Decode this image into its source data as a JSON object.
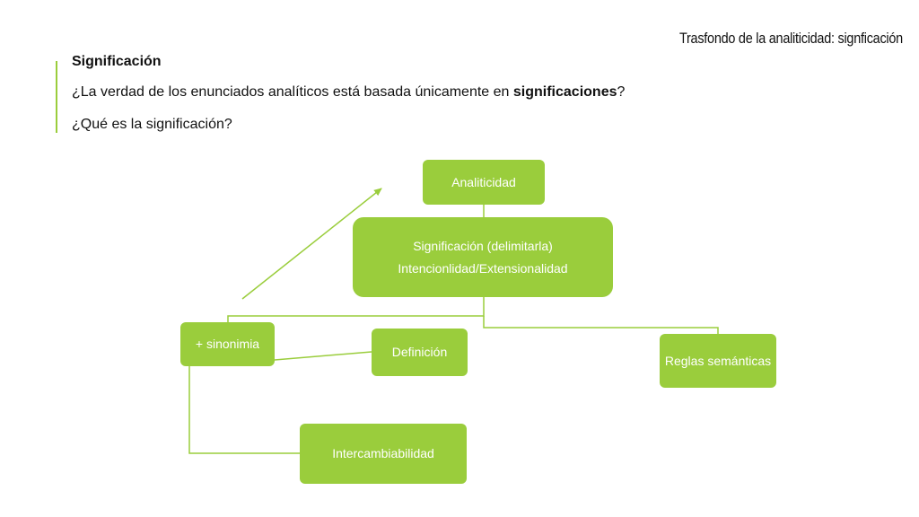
{
  "slide": {
    "title": "Trasfondo de la analiticidad: signficación",
    "heading": "Significación",
    "question1_prefix": "¿La verdad de los enunciados analíticos está basada únicamente en ",
    "question1_bold": "significaciones",
    "question1_suffix": "?",
    "question2": "¿Qué es la significación?"
  },
  "diagram": {
    "line_color": "#9acd3c",
    "node_color": "#9acd3c",
    "nodes": {
      "analiticidad": "Analiticidad",
      "significacion_line1": "Significación (delimitarla)",
      "significacion_line2": "Intencionlidad/Extensionalidad",
      "sinonimia": "+ sinonimia",
      "definicion": "Definición",
      "reglas": "Reglas semánticas",
      "intercambiabilidad": "Intercambiabilidad"
    }
  }
}
